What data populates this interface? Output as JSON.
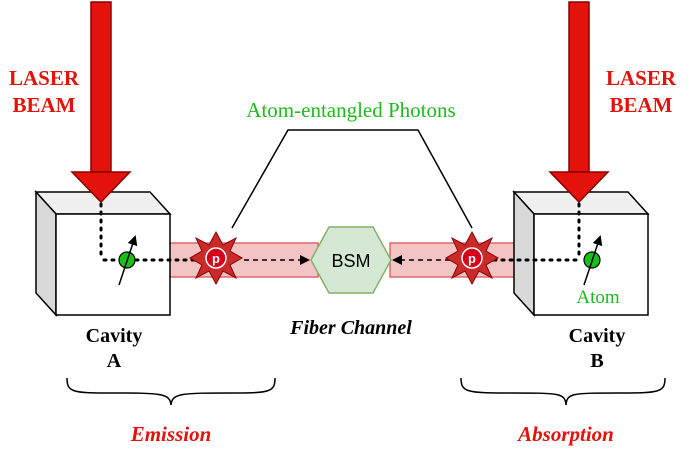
{
  "labels": {
    "laser_left_line1": "LASER",
    "laser_left_line2": "BEAM",
    "laser_right_line1": "LASER",
    "laser_right_line2": "BEAM",
    "entangled_photons": "Atom-entangled Photons",
    "bsm": "BSM",
    "fiber_channel": "Fiber Channel",
    "cavity_a_line1": "Cavity",
    "cavity_a_line2": "A",
    "cavity_b_line1": "Cavity",
    "cavity_b_line2": "B",
    "atom": "Atom",
    "emission": "Emission",
    "absorption": "Absorption"
  },
  "colors": {
    "laser_red": "#e3120b",
    "laser_outline": "#8b0000",
    "label_red": "#e3120b",
    "green_text": "#1dbb1d",
    "fiber_fill": "#f4c3c3",
    "fiber_stroke": "#d96b6b",
    "photon_fill": "#d6001c",
    "photon_outer": "#c92b2b",
    "bsm_fill": "#d5e8d4",
    "bsm_stroke": "#82b366",
    "atom_green": "#19c019",
    "cube_front": "#ffffff",
    "cube_top": "#f0f0f0",
    "cube_side": "#d9d9d9"
  },
  "icons": {
    "photon_badge": "pinterest-style-photon-icon",
    "spin_arrow": "spin-arrow-icon"
  }
}
